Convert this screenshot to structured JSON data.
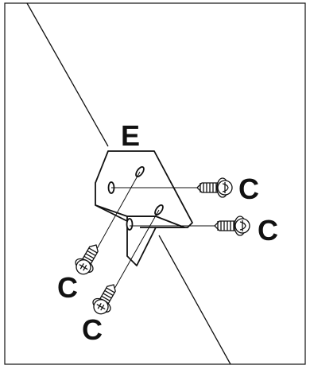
{
  "labels": {
    "bracket": "E",
    "screw_right_upper": "C",
    "screw_right_lower": "C",
    "screw_left_upper": "C",
    "screw_left_lower": "C"
  },
  "colors": {
    "line": "#111111",
    "background": "#ffffff"
  },
  "icons": [
    "l-bracket-icon",
    "screw-icon"
  ]
}
